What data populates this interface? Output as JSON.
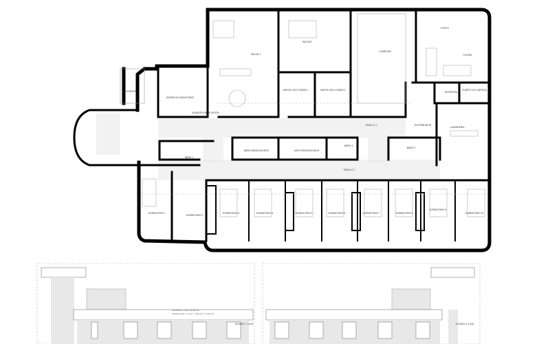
{
  "plan": {
    "rooms": {
      "ascensor": "ASCENSOR",
      "despacho": "DESPACHO MONITORES",
      "almacen": "ALMACÉN MEDICACIÓN",
      "salon1": "SALÓN 1",
      "salon2": "SALÓN 2",
      "aseo1": "ASEOS USO COMÚN 1",
      "aseo2": "ASEOS USO COMÚN 2",
      "comedor": "COMEDOR",
      "oficio": "OFICIO",
      "cocina": "COCINA",
      "despensa": "DESPENSA",
      "limpieza": "CUARTO DE LIMPIEZA",
      "distribuidor": "DISTRIBUIDOR",
      "lavanderia": "LAVANDERÍA",
      "pasillo1": "PASILLO 1",
      "pasillo2": "PASILLO 2",
      "bano1": "BAÑO 1",
      "bano2": "BAÑO 2",
      "bano3": "BAÑO 3",
      "bano_minus": "BAÑO MINUSVÁLIDOS",
      "aseo_minus": "ASEO MINUSVÁLIDOS"
    },
    "dormitorios": [
      "DORMITORIO 1",
      "DORMITORIO 2",
      "DORMITORIO 3",
      "DORMITORIO 4",
      "DORMITORIO 5",
      "DORMITORIO 6",
      "DORMITORIO 7",
      "DORMITORIO 8",
      "DORMITORIO 9",
      "DORMITORIO 10"
    ]
  },
  "elevations": {
    "left_label": "ALZADO 1. 1/100",
    "right_label": "ALZADO 3. 1/100",
    "note_line1": "Dormitorio 6. Sup.= 10,00 m2",
    "note_line2": "Ventana 0,91 x 1,19 m = 1,08 m2 (> 1,00 m2)"
  }
}
